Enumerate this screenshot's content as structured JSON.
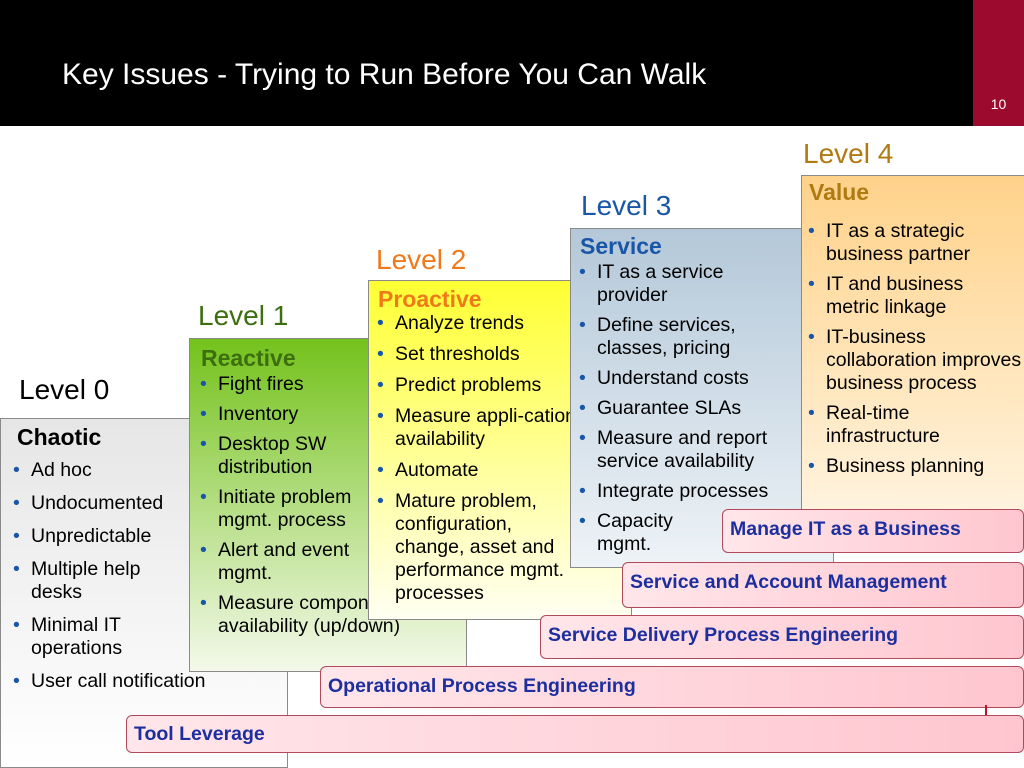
{
  "header": {
    "title": "Key Issues - Trying to Run Before You Can Walk",
    "page_number": "10",
    "colors": {
      "background": "#000000",
      "accent": "#9c0a2e"
    }
  },
  "levels": [
    {
      "label": "Level 0",
      "name": "Chaotic",
      "label_color": "#000000",
      "name_color": "#000000",
      "items": [
        "Ad hoc",
        "Undocumented",
        "Unpredictable",
        "Multiple help desks",
        "Minimal IT operations",
        "User call notification"
      ]
    },
    {
      "label": "Level 1",
      "name": "Reactive",
      "label_color": "#3d6e10",
      "name_color": "#3d6e10",
      "items": [
        "Fight fires",
        "Inventory",
        "Desktop SW distribution",
        "Initiate problem mgmt. process",
        "Alert and event mgmt.",
        "Measure component availability (up/down)"
      ]
    },
    {
      "label": "Level 2",
      "name": "Proactive",
      "label_color": "#f07a1a",
      "name_color": "#f07a1a",
      "items": [
        "Analyze trends",
        "Set thresholds",
        "Predict problems",
        "Measure appli-cation availability",
        "Automate",
        "Mature problem, configuration, change, asset and performance mgmt. processes"
      ]
    },
    {
      "label": "Level 3",
      "name": "Service",
      "label_color": "#1a56a8",
      "name_color": "#1a56a8",
      "items": [
        "IT as a service provider",
        "Define services, classes, pricing",
        "Understand costs",
        "Guarantee SLAs",
        "Measure and report service availability",
        "Integrate processes",
        "Capacity mgmt."
      ]
    },
    {
      "label": "Level 4",
      "name": "Value",
      "label_color": "#b07a12",
      "name_color": "#b07a12",
      "items": [
        "IT as a strategic business partner",
        "IT and business metric linkage",
        "IT-business collaboration improves business process",
        "Real-time infrastructure",
        "Business planning"
      ]
    }
  ],
  "bars": [
    "Manage IT as a Business",
    "Service and Account Management",
    "Service Delivery Process Engineering",
    "Operational Process Engineering",
    "Tool Leverage"
  ]
}
